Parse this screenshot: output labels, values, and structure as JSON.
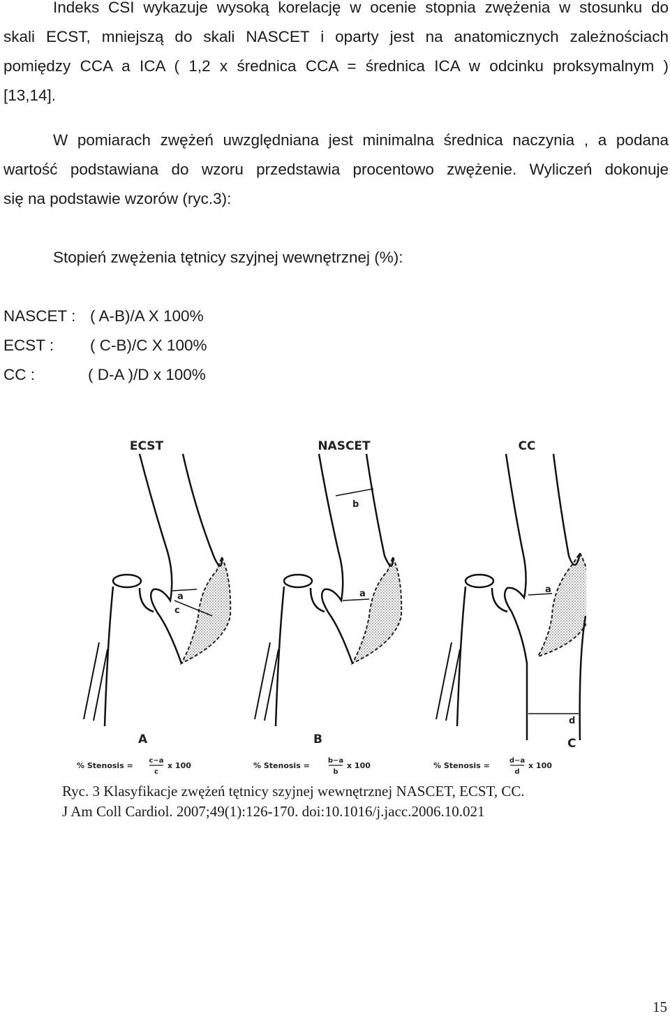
{
  "paragraph1": {
    "lines": [
      "Indeks CSI wykazuje  wysoką korelację w ocenie stopnia zwężenia w stosunku do",
      "skali ECST, mniejszą do skali NASCET i oparty jest na anatomicznych zależnościach",
      "pomiędzy CCA a ICA ( 1,2 x średnica CCA = średnica ICA w odcinku proksymalnym )",
      "[13,14]."
    ]
  },
  "paragraph2": {
    "lines": [
      "W pomiarach zwężeń uwzględniana jest minimalna średnica  naczynia , a podana",
      "wartość podstawiana do wzoru przedstawia   procentowo zwężenie. Wyliczeń dokonuje",
      "się na podstawie wzorów (ryc.3):"
    ]
  },
  "formula_heading": "Stopień zwężenia tętnicy szyjnej wewnętrznej (%):",
  "formulas": [
    {
      "name": "NASCET :",
      "expr": "( A-B)/A X 100%"
    },
    {
      "name": "ECST :",
      "expr": "( C-B)/C X 100%"
    },
    {
      "name": "CC :",
      "expr": "( D-A )/D x 100%"
    }
  ],
  "figure": {
    "panels": [
      {
        "title": "ECST",
        "letter": "A",
        "num": "c−a",
        "den": "c",
        "labels": [
          "a",
          "c"
        ]
      },
      {
        "title": "NASCET",
        "letter": "B",
        "num": "b−a",
        "den": "b",
        "labels": [
          "b",
          "a"
        ]
      },
      {
        "title": "CC",
        "letter": "C",
        "num": "d−a",
        "den": "d",
        "labels": [
          "a",
          "d"
        ]
      }
    ],
    "stenosis_prefix": "% Stenosis =",
    "stenosis_suffix": "x 100"
  },
  "caption": {
    "line1": "Ryc. 3 Klasyfikacje zwężeń tętnicy szyjnej wewnętrznej NASCET, ECST, CC.",
    "line2": "J Am Coll Cardiol. 2007;49(1):126-170. doi:10.1016/j.jacc.2006.10.021"
  },
  "page_number": "15"
}
